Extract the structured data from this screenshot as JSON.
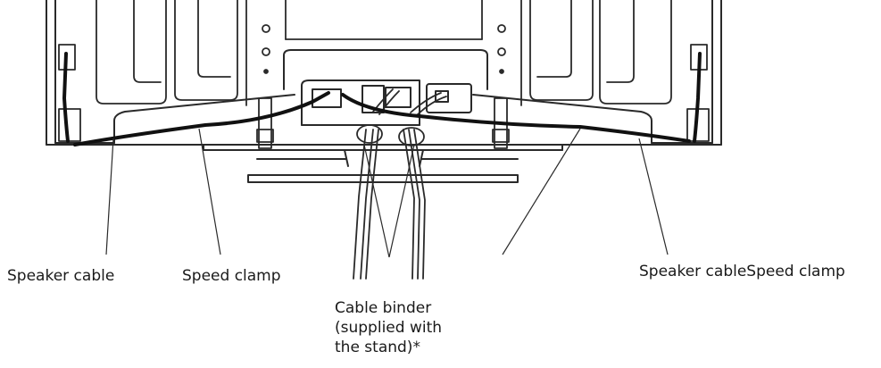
{
  "labels": {
    "speaker_cable_left": "Speaker cable",
    "speed_clamp_left": "Speed clamp",
    "speaker_cable_speed_clamp_right": "Speaker cableSpeed clamp",
    "cable_binder": {
      "line1": "Cable binder",
      "line2": "(supplied with",
      "line3": "the stand)*"
    }
  },
  "colors": {
    "line": "#2a2a2a",
    "cable": "#111111",
    "panel_fill": "#ffffff"
  }
}
